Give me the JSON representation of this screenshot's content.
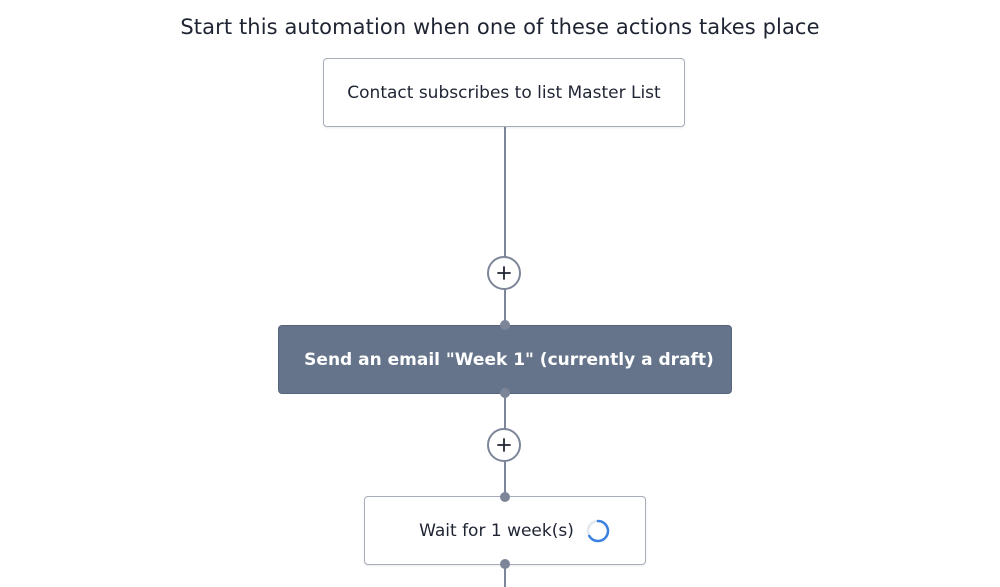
{
  "header": {
    "title": "Start this automation when one of these actions takes place"
  },
  "workflow": {
    "trigger": {
      "label": "Contact subscribes to list Master List"
    },
    "steps": [
      {
        "type": "email",
        "label": "Send an email \"Week 1\" (currently a draft)"
      },
      {
        "type": "wait",
        "label": "Wait for 1 week(s)",
        "status_icon": "loading-spinner-icon"
      }
    ],
    "add_step_icon": "plus-icon"
  },
  "colors": {
    "connector": "#7d8699",
    "active_node_bg": "#65748a",
    "node_border": "#a7adbb",
    "spinner": "#3b82e0"
  }
}
